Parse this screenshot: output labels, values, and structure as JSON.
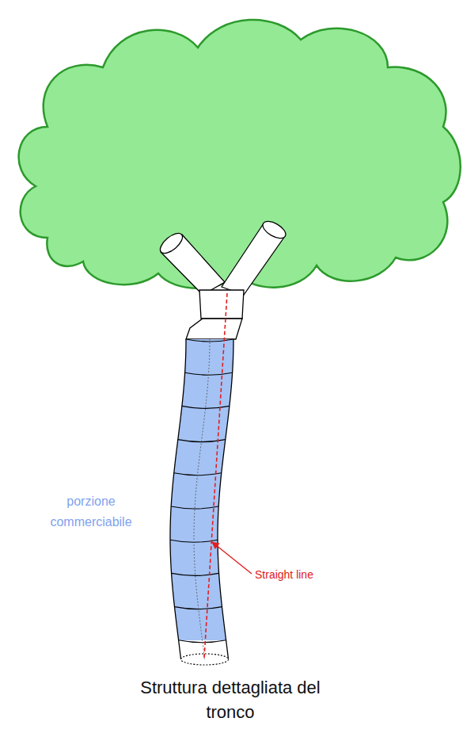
{
  "diagram": {
    "caption": "Struttura dettagliata del tronco",
    "labels": [
      "porzione commerciabile",
      "Straight line"
    ]
  }
}
